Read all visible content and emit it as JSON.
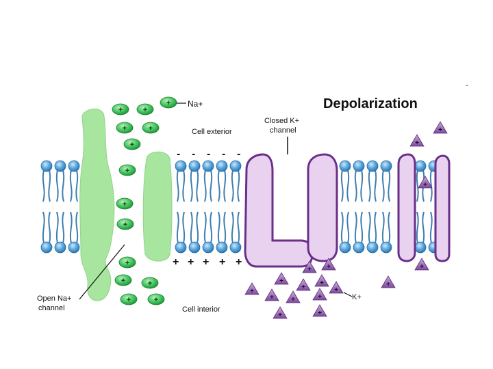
{
  "title": "Depolarization",
  "corner_mark": "-",
  "labels": {
    "na_ion": "Na+",
    "k_ion": "K+",
    "cell_exterior": "Cell exterior",
    "cell_interior": "Cell interior",
    "closed_k_line1": "Closed K+",
    "closed_k_line2": "channel",
    "open_na_line1": "Open Na+",
    "open_na_line2": "channel"
  },
  "charges": {
    "exterior_minus": [
      "-",
      "-",
      "-",
      "-",
      "-"
    ],
    "interior_plus": [
      "+",
      "+",
      "+",
      "+",
      "+"
    ]
  },
  "ion_sign": "+",
  "colors": {
    "title": "#2e9a3a",
    "na_ion": "#2fb84a",
    "k_ion": "#8a5aa8",
    "na_channel": "#a8e6a0",
    "k_channel_fill": "#e8d2ef",
    "k_channel_stroke": "#6a2f8a",
    "lipid_head": "#4a9bd4",
    "lipid_tail": "#3f7fb0"
  }
}
